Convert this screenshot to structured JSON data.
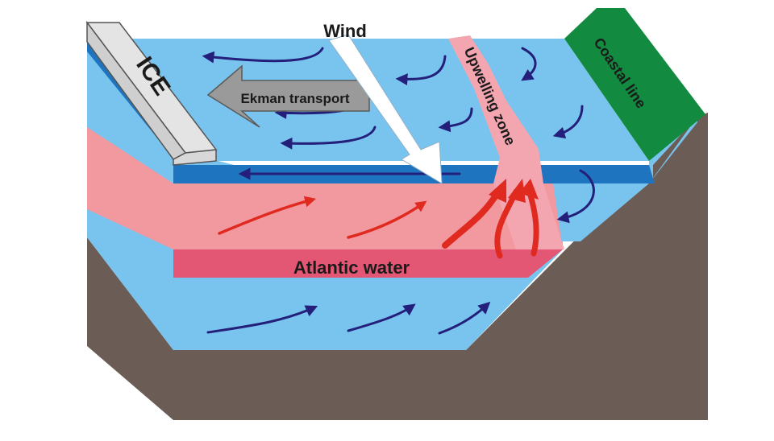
{
  "labels": {
    "wind": "Wind",
    "ice": "ICE",
    "ekman_transport": "Ekman transport",
    "upwelling_zone": "Upwelling zone",
    "coastal_line": "Coastal line",
    "atlantic_water": "Atlantic water"
  },
  "colors": {
    "surface_water": "#79c4ee",
    "thin_surface_layer": "#1f74bf",
    "atlantic_layer": "#f2989f",
    "atlantic_layer_front": "#e35774",
    "upwelling_zone": "#f3a6b0",
    "ice": "#e4e4e4",
    "coast": "#128a3f",
    "seabed": "#6b5d55",
    "current_arrow": "#231f7a",
    "warm_arrow": "#e02a20",
    "ekman_arrow": "#9a9a9a",
    "wind_arrow": "#ffffff"
  }
}
